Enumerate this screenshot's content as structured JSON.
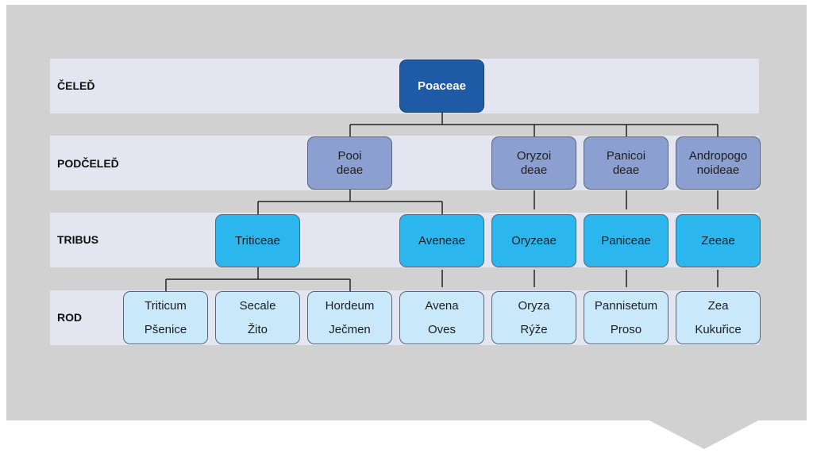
{
  "ranks": {
    "family": "ČELEĎ",
    "subfamily": "PODČELEĎ",
    "tribe": "TRIBUS",
    "genus": "ROD"
  },
  "family": {
    "name": "Poaceae"
  },
  "subfamilies": [
    {
      "line1": "Pooi",
      "line2": "deae"
    },
    {
      "line1": "Oryzoi",
      "line2": "deae"
    },
    {
      "line1": "Panicoi",
      "line2": "deae"
    },
    {
      "line1": "Andropogo",
      "line2": "noideae"
    }
  ],
  "tribes": [
    {
      "name": "Triticeae"
    },
    {
      "name": "Aveneae"
    },
    {
      "name": "Oryzeae"
    },
    {
      "name": "Paniceae"
    },
    {
      "name": "Zeeae"
    }
  ],
  "genera": [
    {
      "latin": "Triticum",
      "czech": "Pšenice"
    },
    {
      "latin": "Secale",
      "czech": "Žito"
    },
    {
      "latin": "Hordeum",
      "czech": "Ječmen"
    },
    {
      "latin": "Avena",
      "czech": "Oves"
    },
    {
      "latin": "Oryza",
      "czech": "Rýže"
    },
    {
      "latin": "Pannisetum",
      "czech": "Proso"
    },
    {
      "latin": "Zea",
      "czech": "Kukuřice"
    }
  ],
  "colors": {
    "panel": "#d1d1d1",
    "band": "#e3e5f1",
    "family": "#1f5aa6",
    "subfamily": "#8c9fd1",
    "tribe": "#2cb6ee",
    "genus": "#c9e9fb"
  }
}
